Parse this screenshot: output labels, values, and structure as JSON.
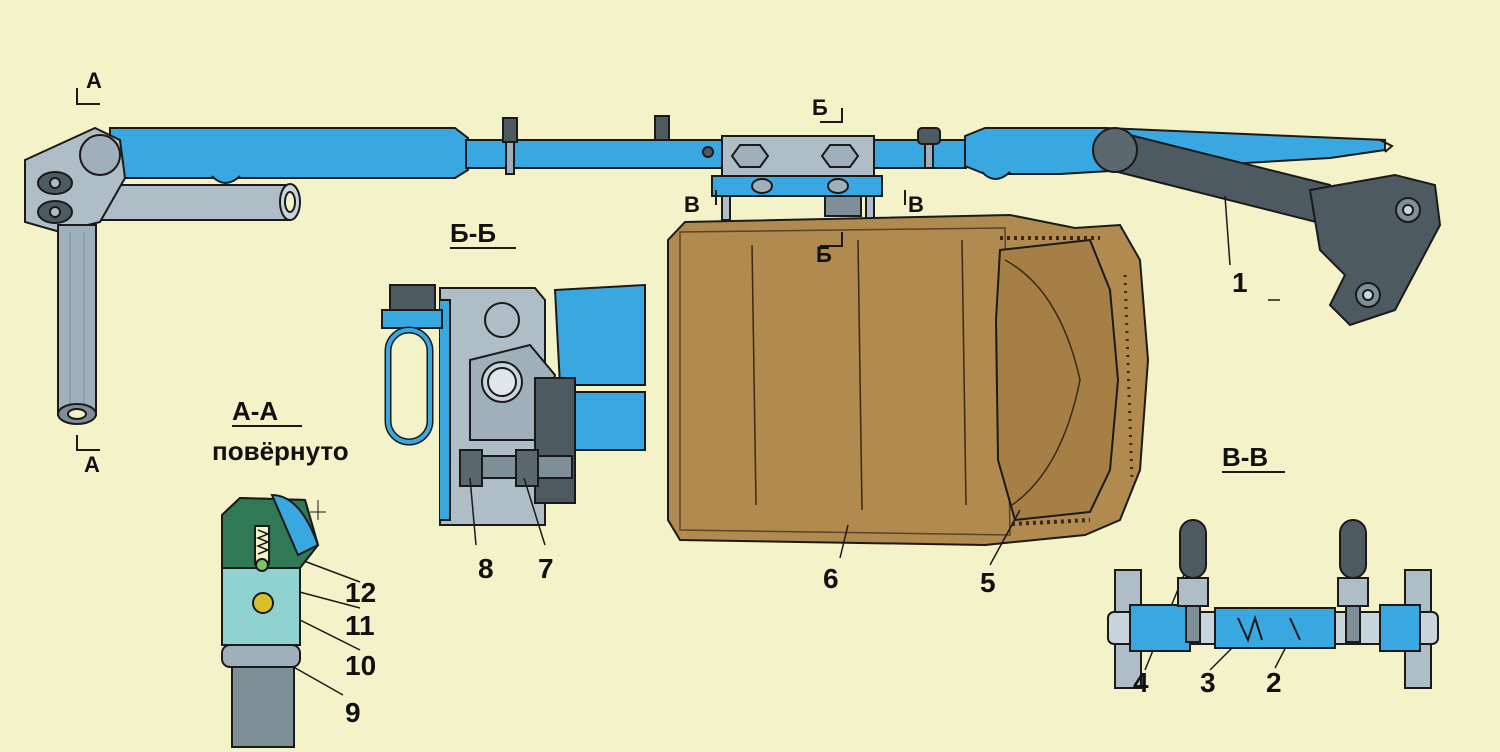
{
  "section_titles": {
    "b_b": "Б-Б",
    "a_a": "А-А",
    "a_a_note": "повёрнуто",
    "v_v": "В-В"
  },
  "cut_marks": {
    "a": "А",
    "b": "Б",
    "v": "В"
  },
  "callouts": {
    "n1": "1",
    "n2": "2",
    "n3": "3",
    "n4": "4",
    "n5": "5",
    "n6": "6",
    "n7": "7",
    "n8": "8",
    "n9": "9",
    "n10": "10",
    "n11": "11",
    "n12": "12"
  },
  "colors": {
    "background": "#f4f2c8",
    "tube_blue": "#3aa8e0",
    "steel_gray": "#aebdc6",
    "dark_gray": "#4e5a62",
    "seat_tan": "#b08a4e",
    "cushion_tan": "#a57f46",
    "section_green": "#2f7a55",
    "section_cyan": "#8fd2d0",
    "outline": "#1a1a1a"
  }
}
